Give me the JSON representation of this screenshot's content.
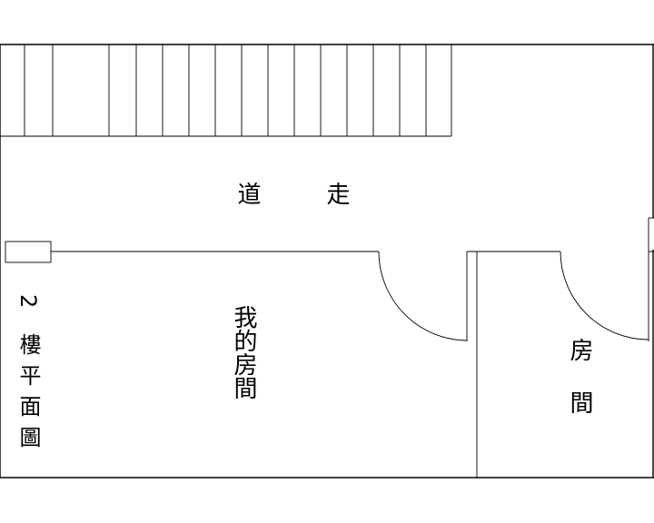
{
  "plan": {
    "corridor_label_1": "走",
    "corridor_label_2": "道",
    "my_room_label": "我的房間",
    "other_room_label_1": "房",
    "other_room_label_2": "間",
    "floor_title": "2 樓平面圖"
  },
  "colors": {
    "line": "#000000",
    "background": "#ffffff"
  }
}
